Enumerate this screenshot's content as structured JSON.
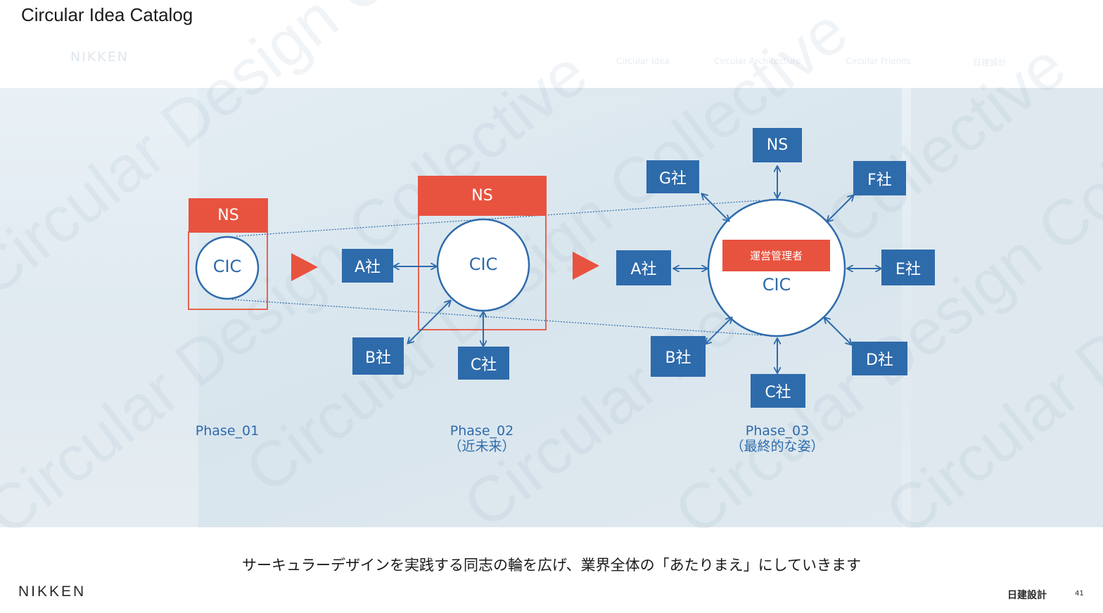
{
  "title": "Circular Idea Catalog",
  "watermark_text": "Circular Design Collective",
  "background_nav": [
    "Circular Idea",
    "Circular Architecture",
    "Circular Friends",
    "日建設計"
  ],
  "background_logo": "NIKKEN",
  "phase1": {
    "ns": "NS",
    "cic": "CIC",
    "label": "Phase_01"
  },
  "phase2": {
    "ns": "NS",
    "cic": "CIC",
    "label": "Phase_02",
    "sublabel": "（近未来）",
    "partners": [
      "A社",
      "B社",
      "C社"
    ]
  },
  "phase3": {
    "ns": "NS",
    "cic": "CIC",
    "manager": "運営管理者",
    "label": "Phase_03",
    "sublabel": "（最終的な姿）",
    "partners": [
      "A社",
      "B社",
      "C社",
      "D社",
      "E社",
      "F社",
      "G社"
    ]
  },
  "slogan": "サーキュラーデザインを実践する同志の輪を広げ、業界全体の「あたりまえ」にしていきます",
  "footer": {
    "logo": "NIKKEN",
    "company": "日建設計",
    "page": "41"
  },
  "colors": {
    "accent_red": "#e8533f",
    "node_blue": "#2e6bab"
  }
}
